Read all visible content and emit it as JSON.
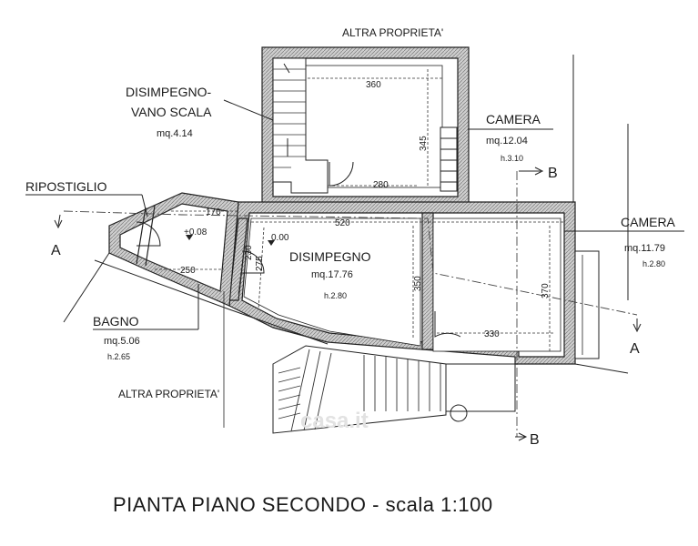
{
  "title": "PIANTA PIANO SECONDO - scala 1:100",
  "neighbors": {
    "top": "ALTRA PROPRIETA'",
    "bottom": "ALTRA PROPRIETA'"
  },
  "rooms": {
    "disimpegno_scala": {
      "name_line1": "DISIMPEGNO-",
      "name_line2": "VANO SCALA",
      "area": "mq.4.14"
    },
    "camera_top": {
      "name": "CAMERA",
      "area": "mq.12.04",
      "height": "h.3.10"
    },
    "ripostiglio": {
      "name": "RIPOSTIGLIO"
    },
    "camera_right": {
      "name": "CAMERA",
      "area": "mq.11.79",
      "height": "h.2.80"
    },
    "disimpegno": {
      "name": "DISIMPEGNO",
      "area": "mq.17.76",
      "height": "h.2.80"
    },
    "bagno": {
      "name": "BAGNO",
      "area": "mq.5.06",
      "height": "h.2.65"
    }
  },
  "dimensions": {
    "d360": "360",
    "d345": "345",
    "d280": "280",
    "d170": "170",
    "d520": "520",
    "d230": "230",
    "d275": "275",
    "d250": "250",
    "d350": "350",
    "d370": "370",
    "d330": "330"
  },
  "levels": {
    "plus008": "+0.08",
    "zero": "0.00"
  },
  "sections": {
    "a": "A",
    "b": "B"
  },
  "watermark": "casa.it"
}
